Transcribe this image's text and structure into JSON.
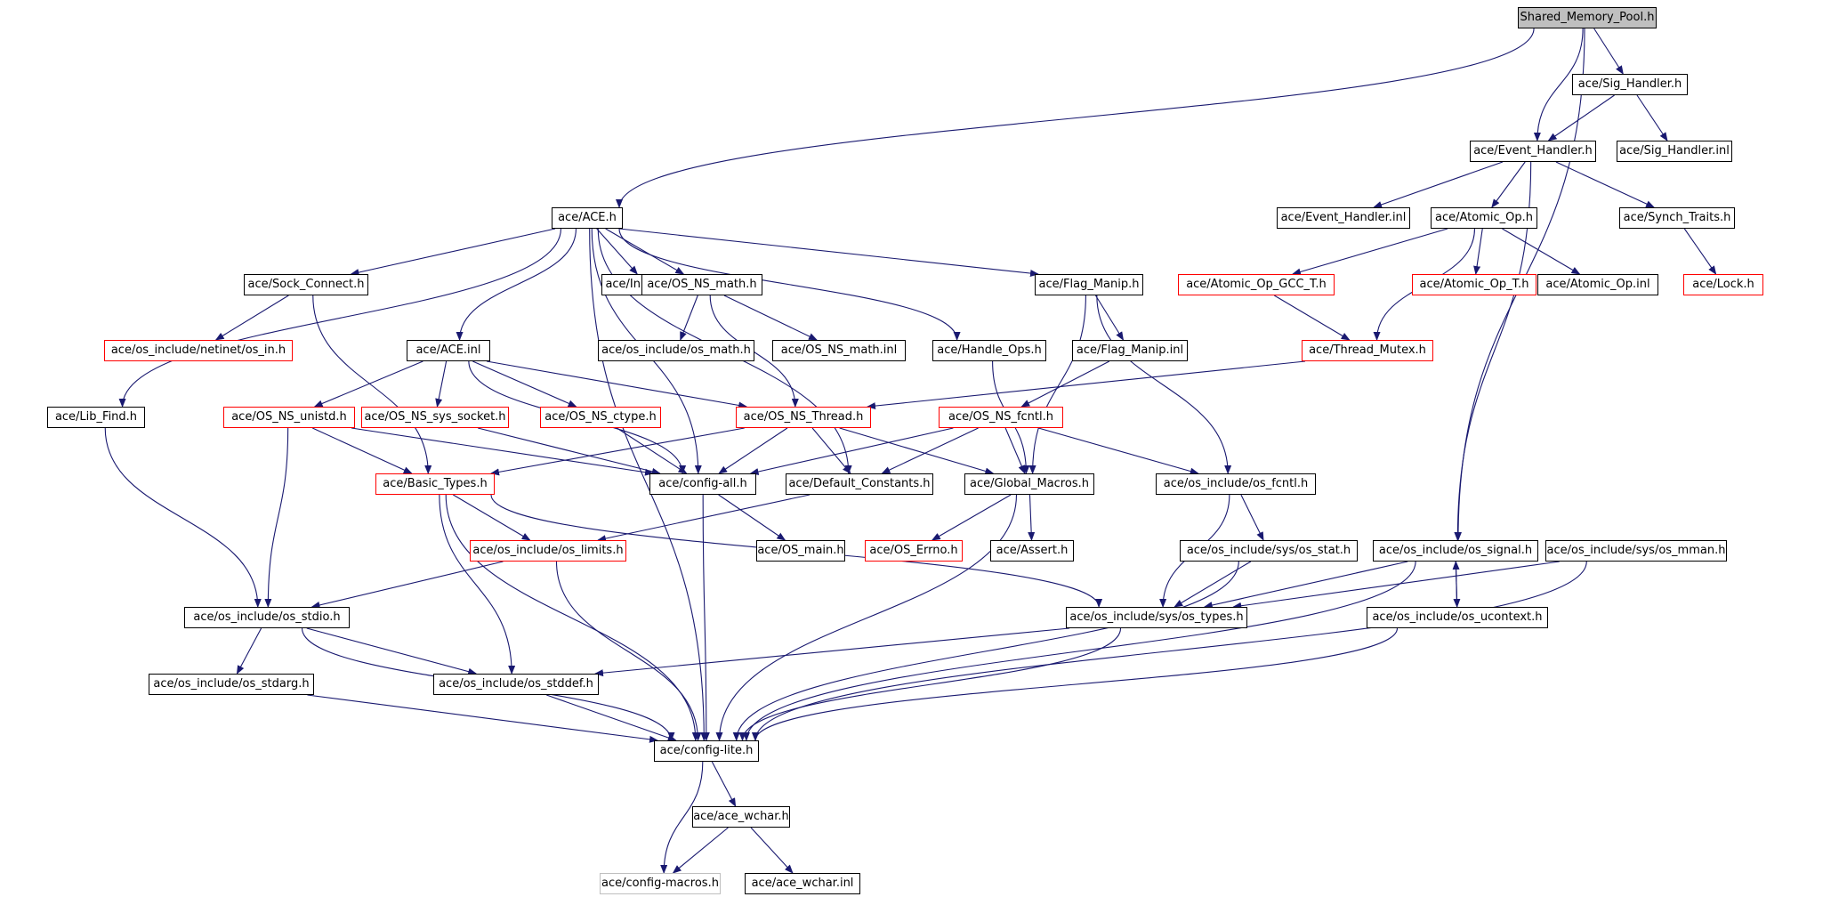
{
  "colors": {
    "edge": "#191970",
    "node_border": "#000000",
    "missing_border": "#ff0000",
    "external_border": "#bfbfbf",
    "root_fill": "#bfbfbf"
  },
  "nodes": [
    {
      "id": "pool",
      "label": "Shared_Memory_Pool.h",
      "kind": "root"
    },
    {
      "id": "sighandler",
      "label": "ace/Sig_Handler.h",
      "kind": "normal"
    },
    {
      "id": "eventhandler",
      "label": "ace/Event_Handler.h",
      "kind": "normal"
    },
    {
      "id": "sighandlerinl",
      "label": "ace/Sig_Handler.inl",
      "kind": "normal"
    },
    {
      "id": "ace",
      "label": "ace/ACE.h",
      "kind": "normal"
    },
    {
      "id": "eventhandlerinl",
      "label": "ace/Event_Handler.inl",
      "kind": "normal"
    },
    {
      "id": "atomicop",
      "label": "ace/Atomic_Op.h",
      "kind": "normal"
    },
    {
      "id": "synchtraits",
      "label": "ace/Synch_Traits.h",
      "kind": "normal"
    },
    {
      "id": "sockconnect",
      "label": "ace/Sock_Connect.h",
      "kind": "normal"
    },
    {
      "id": "initace",
      "label": "ace/Init_ACE.h",
      "kind": "normal"
    },
    {
      "id": "osnsmath",
      "label": "ace/OS_NS_math.h",
      "kind": "normal"
    },
    {
      "id": "flagmanip",
      "label": "ace/Flag_Manip.h",
      "kind": "normal"
    },
    {
      "id": "atomicopgcc",
      "label": "ace/Atomic_Op_GCC_T.h",
      "kind": "missing"
    },
    {
      "id": "atomicopt",
      "label": "ace/Atomic_Op_T.h",
      "kind": "missing"
    },
    {
      "id": "atomicopinl",
      "label": "ace/Atomic_Op.inl",
      "kind": "normal"
    },
    {
      "id": "lock",
      "label": "ace/Lock.h",
      "kind": "missing"
    },
    {
      "id": "netinet",
      "label": "ace/os_include/netinet/os_in.h",
      "kind": "missing"
    },
    {
      "id": "aceinl",
      "label": "ace/ACE.inl",
      "kind": "normal"
    },
    {
      "id": "osmath",
      "label": "ace/os_include/os_math.h",
      "kind": "normal"
    },
    {
      "id": "osnsmathinl",
      "label": "ace/OS_NS_math.inl",
      "kind": "normal"
    },
    {
      "id": "handleops",
      "label": "ace/Handle_Ops.h",
      "kind": "normal"
    },
    {
      "id": "flagmanipinl",
      "label": "ace/Flag_Manip.inl",
      "kind": "normal"
    },
    {
      "id": "threadmutex",
      "label": "ace/Thread_Mutex.h",
      "kind": "missing"
    },
    {
      "id": "libfind",
      "label": "ace/Lib_Find.h",
      "kind": "normal"
    },
    {
      "id": "osnsunistd",
      "label": "ace/OS_NS_unistd.h",
      "kind": "missing"
    },
    {
      "id": "osnssyssocket",
      "label": "ace/OS_NS_sys_socket.h",
      "kind": "missing"
    },
    {
      "id": "osnsctype",
      "label": "ace/OS_NS_ctype.h",
      "kind": "missing"
    },
    {
      "id": "osnsthread",
      "label": "ace/OS_NS_Thread.h",
      "kind": "missing"
    },
    {
      "id": "osnsfcntl",
      "label": "ace/OS_NS_fcntl.h",
      "kind": "missing"
    },
    {
      "id": "basictypes",
      "label": "ace/Basic_Types.h",
      "kind": "missing"
    },
    {
      "id": "configall",
      "label": "ace/config-all.h",
      "kind": "normal"
    },
    {
      "id": "defaultconstants",
      "label": "ace/Default_Constants.h",
      "kind": "normal"
    },
    {
      "id": "globalmacros",
      "label": "ace/Global_Macros.h",
      "kind": "normal"
    },
    {
      "id": "osfcntl",
      "label": "ace/os_include/os_fcntl.h",
      "kind": "normal"
    },
    {
      "id": "oslimits",
      "label": "ace/os_include/os_limits.h",
      "kind": "missing"
    },
    {
      "id": "osmain",
      "label": "ace/OS_main.h",
      "kind": "normal"
    },
    {
      "id": "oserrno",
      "label": "ace/OS_Errno.h",
      "kind": "missing"
    },
    {
      "id": "assert",
      "label": "ace/Assert.h",
      "kind": "normal"
    },
    {
      "id": "osstat",
      "label": "ace/os_include/sys/os_stat.h",
      "kind": "normal"
    },
    {
      "id": "ossignal",
      "label": "ace/os_include/os_signal.h",
      "kind": "normal"
    },
    {
      "id": "osmman",
      "label": "ace/os_include/sys/os_mman.h",
      "kind": "normal"
    },
    {
      "id": "osstdio",
      "label": "ace/os_include/os_stdio.h",
      "kind": "normal"
    },
    {
      "id": "ostypes",
      "label": "ace/os_include/sys/os_types.h",
      "kind": "normal"
    },
    {
      "id": "osucontext",
      "label": "ace/os_include/os_ucontext.h",
      "kind": "normal"
    },
    {
      "id": "osstdarg",
      "label": "ace/os_include/os_stdarg.h",
      "kind": "normal"
    },
    {
      "id": "osstddef",
      "label": "ace/os_include/os_stddef.h",
      "kind": "normal"
    },
    {
      "id": "configlite",
      "label": "ace/config-lite.h",
      "kind": "normal"
    },
    {
      "id": "acewchar",
      "label": "ace/ace_wchar.h",
      "kind": "normal"
    },
    {
      "id": "configmacros",
      "label": "ace/config-macros.h",
      "kind": "external"
    },
    {
      "id": "acewcharinl",
      "label": "ace/ace_wchar.inl",
      "kind": "normal"
    }
  ],
  "edges": [
    [
      "pool",
      "ace"
    ],
    [
      "pool",
      "eventhandler"
    ],
    [
      "pool",
      "sighandler"
    ],
    [
      "pool",
      "ossignal"
    ],
    [
      "sighandler",
      "eventhandler"
    ],
    [
      "sighandler",
      "sighandlerinl"
    ],
    [
      "eventhandler",
      "eventhandlerinl"
    ],
    [
      "eventhandler",
      "atomicop"
    ],
    [
      "eventhandler",
      "synchtraits"
    ],
    [
      "eventhandler",
      "ossignal"
    ],
    [
      "synchtraits",
      "lock"
    ],
    [
      "atomicop",
      "atomicopgcc"
    ],
    [
      "atomicop",
      "atomicopt"
    ],
    [
      "atomicop",
      "atomicopinl"
    ],
    [
      "atomicop",
      "threadmutex"
    ],
    [
      "atomicopgcc",
      "threadmutex"
    ],
    [
      "threadmutex",
      "osnsthread"
    ],
    [
      "ace",
      "sockconnect"
    ],
    [
      "ace",
      "initace"
    ],
    [
      "ace",
      "osnsmath"
    ],
    [
      "ace",
      "flagmanip"
    ],
    [
      "ace",
      "handleops"
    ],
    [
      "ace",
      "aceinl"
    ],
    [
      "ace",
      "libfind"
    ],
    [
      "ace",
      "configlite"
    ],
    [
      "ace",
      "configall"
    ],
    [
      "ace",
      "defaultconstants"
    ],
    [
      "sockconnect",
      "netinet"
    ],
    [
      "sockconnect",
      "basictypes"
    ],
    [
      "osnsmath",
      "osmath"
    ],
    [
      "osnsmath",
      "osnsmathinl"
    ],
    [
      "osnsmath",
      "osnsthread"
    ],
    [
      "flagmanip",
      "flagmanipinl"
    ],
    [
      "flagmanip",
      "globalmacros"
    ],
    [
      "flagmanip",
      "osfcntl"
    ],
    [
      "flagmanipinl",
      "osnsfcntl"
    ],
    [
      "handleops",
      "globalmacros"
    ],
    [
      "aceinl",
      "osnsunistd"
    ],
    [
      "aceinl",
      "osnssyssocket"
    ],
    [
      "aceinl",
      "osnsctype"
    ],
    [
      "aceinl",
      "osnsthread"
    ],
    [
      "aceinl",
      "configall"
    ],
    [
      "libfind",
      "osstdio"
    ],
    [
      "osnsunistd",
      "basictypes"
    ],
    [
      "osnsunistd",
      "configall"
    ],
    [
      "osnsunistd",
      "osstdio"
    ],
    [
      "osnssyssocket",
      "configall"
    ],
    [
      "osnsctype",
      "configall"
    ],
    [
      "osnsthread",
      "basictypes"
    ],
    [
      "osnsthread",
      "configall"
    ],
    [
      "osnsthread",
      "defaultconstants"
    ],
    [
      "osnsthread",
      "globalmacros"
    ],
    [
      "osnsfcntl",
      "configall"
    ],
    [
      "osnsfcntl",
      "defaultconstants"
    ],
    [
      "osnsfcntl",
      "globalmacros"
    ],
    [
      "osnsfcntl",
      "osfcntl"
    ],
    [
      "basictypes",
      "oslimits"
    ],
    [
      "basictypes",
      "ostypes"
    ],
    [
      "basictypes",
      "osstddef"
    ],
    [
      "basictypes",
      "configlite"
    ],
    [
      "configall",
      "osmain"
    ],
    [
      "configall",
      "configlite"
    ],
    [
      "defaultconstants",
      "oslimits"
    ],
    [
      "globalmacros",
      "oserrno"
    ],
    [
      "globalmacros",
      "assert"
    ],
    [
      "globalmacros",
      "configlite"
    ],
    [
      "osfcntl",
      "osstat"
    ],
    [
      "osfcntl",
      "ostypes"
    ],
    [
      "oslimits",
      "osstdio"
    ],
    [
      "oslimits",
      "configlite"
    ],
    [
      "osstat",
      "ostypes"
    ],
    [
      "osstat",
      "configlite"
    ],
    [
      "ossignal",
      "ostypes"
    ],
    [
      "ossignal",
      "osucontext"
    ],
    [
      "ossignal",
      "configlite"
    ],
    [
      "osucontext",
      "ossignal"
    ],
    [
      "osucontext",
      "configlite"
    ],
    [
      "osmman",
      "ostypes"
    ],
    [
      "osmman",
      "configlite"
    ],
    [
      "osstdio",
      "osstdarg"
    ],
    [
      "osstdio",
      "osstddef"
    ],
    [
      "osstdio",
      "configlite"
    ],
    [
      "ostypes",
      "osstddef"
    ],
    [
      "ostypes",
      "configlite"
    ],
    [
      "osstdarg",
      "configlite"
    ],
    [
      "osstddef",
      "configlite"
    ],
    [
      "configlite",
      "acewchar"
    ],
    [
      "configlite",
      "configmacros"
    ],
    [
      "acewchar",
      "configmacros"
    ],
    [
      "acewchar",
      "acewcharinl"
    ]
  ]
}
